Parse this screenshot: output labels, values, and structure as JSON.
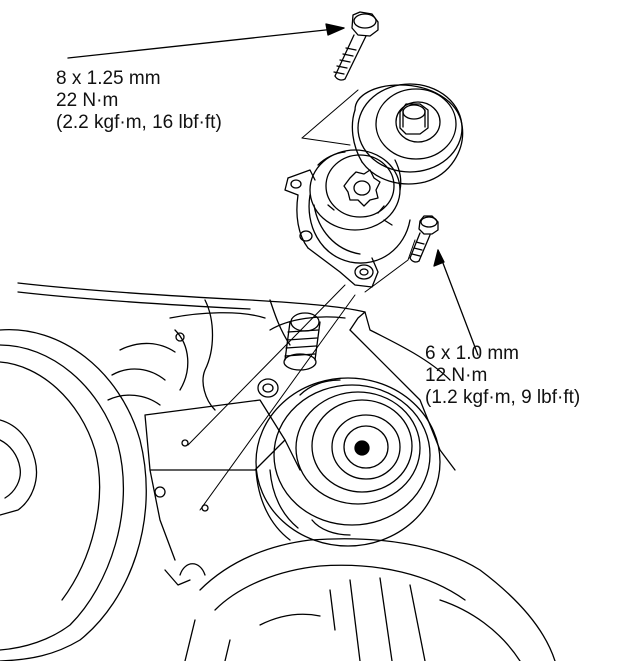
{
  "callouts": [
    {
      "size": "8 x 1.25 mm",
      "torque_nm": "22 N·m",
      "torque_alt": "(2.2 kgf·m, 16 lbf·ft)"
    },
    {
      "size": "6 x 1.0 mm",
      "torque_nm": "12 N·m",
      "torque_alt": "(1.2 kgf·m, 9 lbf·ft)"
    }
  ],
  "colors": {
    "line": "#000000",
    "background": "#ffffff"
  }
}
